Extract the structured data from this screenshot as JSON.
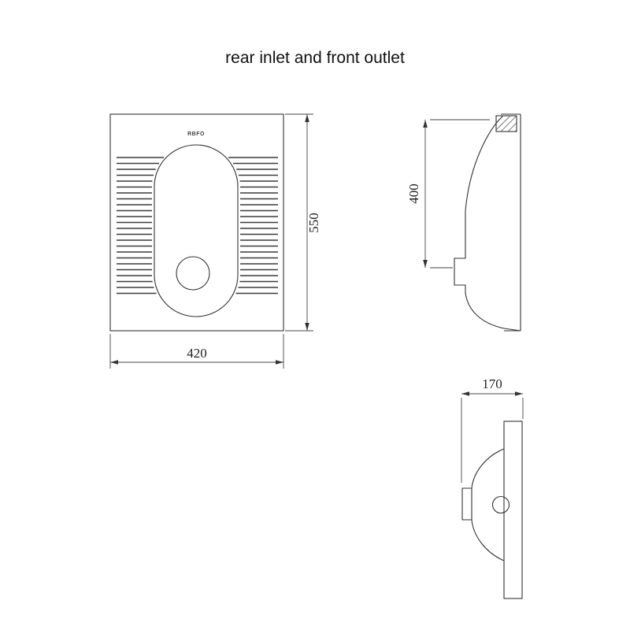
{
  "title": "rear inlet and front outlet",
  "plan_view": {
    "logo": "RBFO",
    "dim_height": "550",
    "dim_width": "420"
  },
  "side_view": {
    "dim_depth": "400"
  },
  "front_view": {
    "dim_outlet": "170"
  }
}
